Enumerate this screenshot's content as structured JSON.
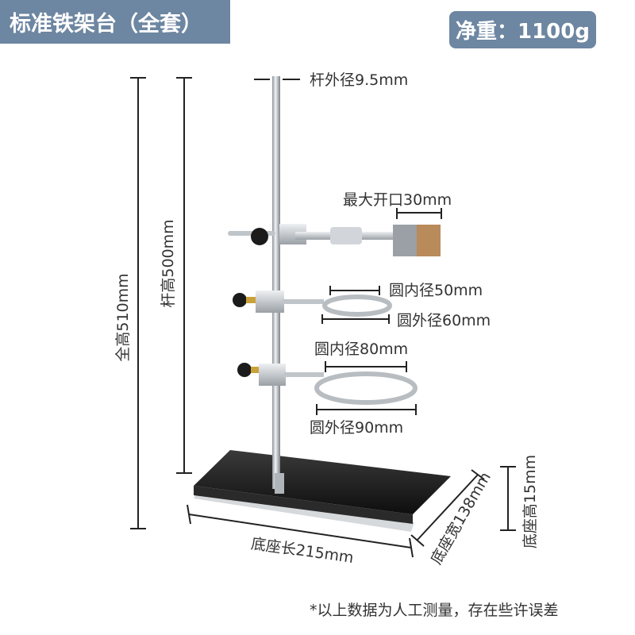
{
  "title": "标准铁架台（全套）",
  "weight": "净重：1100g",
  "labels": {
    "rod_diameter": "杆外径9.5mm",
    "max_opening": "最大开口30mm",
    "ring1_inner": "圆内径50mm",
    "ring1_outer": "圆外径60mm",
    "ring2_inner": "圆内径80mm",
    "ring2_outer": "圆外径90mm",
    "total_height": "全高510mm",
    "rod_height": "杆高500mm",
    "base_length": "底座长215mm",
    "base_width": "底座宽138mm",
    "base_height": "底座高15mm"
  },
  "footnote": "*以上数据为人工测量，存在些许误差",
  "colors": {
    "banner": "#6d86a1",
    "base": "#1a1a1a",
    "metal": "#c9ced3",
    "cork": "#b98a5a"
  }
}
